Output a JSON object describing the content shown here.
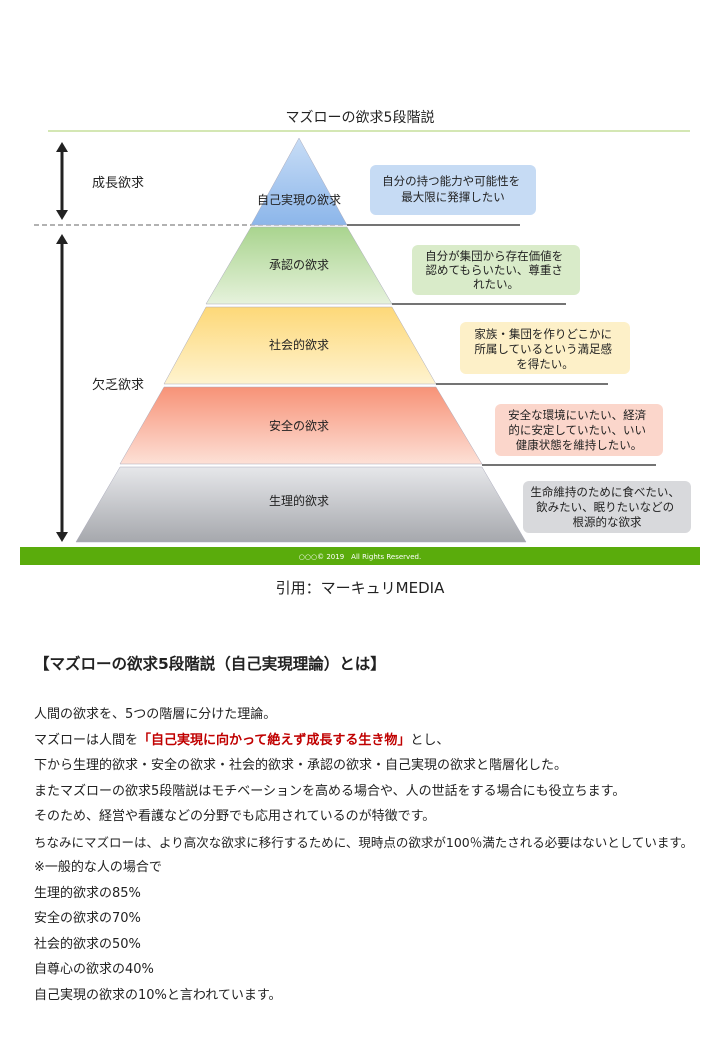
{
  "diagram": {
    "title": "マズローの欲求5段階説",
    "groups": {
      "growth": "成長欲求",
      "deficiency": "欠乏欲求"
    },
    "levels": [
      {
        "label": "自己実現の欲求",
        "desc": [
          "自分の持つ能力や可能性を",
          "最大限に発揮したい"
        ],
        "color": "#9dc3ef",
        "bubble": "#c6dbf4"
      },
      {
        "label": "承認の欲求",
        "desc": [
          "自分が集団から存在価値を",
          "認めてもらいたい、尊重さ",
          "れたい。"
        ],
        "color": "#c3e0b0",
        "bubble": "#d9ebc9"
      },
      {
        "label": "社会的欲求",
        "desc": [
          "家族・集団を作りどこかに",
          "所属しているという満足感",
          "を得たい。"
        ],
        "color": "#fde49c",
        "bubble": "#fdf0c8"
      },
      {
        "label": "安全の欲求",
        "desc": [
          "安全な環境にいたい、経済",
          "的に安定していたい、いい",
          "健康状態を維持したい。"
        ],
        "color": "#f8ad98",
        "bubble": "#fbd6cb"
      },
      {
        "label": "生理的欲求",
        "desc": [
          "生命維持のために食べたい、",
          "飲みたい、眠りたいなどの",
          "根源的な欲求"
        ],
        "color": "#bdbec2",
        "bubble": "#d8d9dc"
      }
    ],
    "footer": "○○○© 2019　All Rights Reserved.",
    "colors": {
      "footer_bar": "#5aac0c",
      "title_rule": "#a9cf6a"
    }
  },
  "caption": "引用：マーキュリMEDIA",
  "heading": "【マズローの欲求5段階説（自己実現理論）とは】",
  "paragraphs": {
    "p1": "人間の欲求を、5つの階層に分けた理論。",
    "p2_before": "マズローは人間を",
    "p2_emph": "「自己実現に向かって絶えず成長する生き物」",
    "p2_after": "とし、",
    "p3": "下から生理的欲求・安全の欲求・社会的欲求・承認の欲求・自己実現の欲求と階層化した。",
    "p4": "またマズローの欲求5段階説はモチベーションを高める場合や、人の世話をする場合にも役立ちます。",
    "p5": "そのため、経営や看護などの分野でも応用されているのが特徴です。",
    "p6": "ちなみにマズローは、より高次な欲求に移行するために、現時点の欲求が100％満たされる必要はないとしています。",
    "p7": "※一般的な人の場合で",
    "p8": "生理的欲求の85%",
    "p9": "安全の欲求の70%",
    "p10": "社会的欲求の50%",
    "p11": "自尊心の欲求の40%",
    "p12": "自己実現の欲求の10%と言われています。"
  }
}
